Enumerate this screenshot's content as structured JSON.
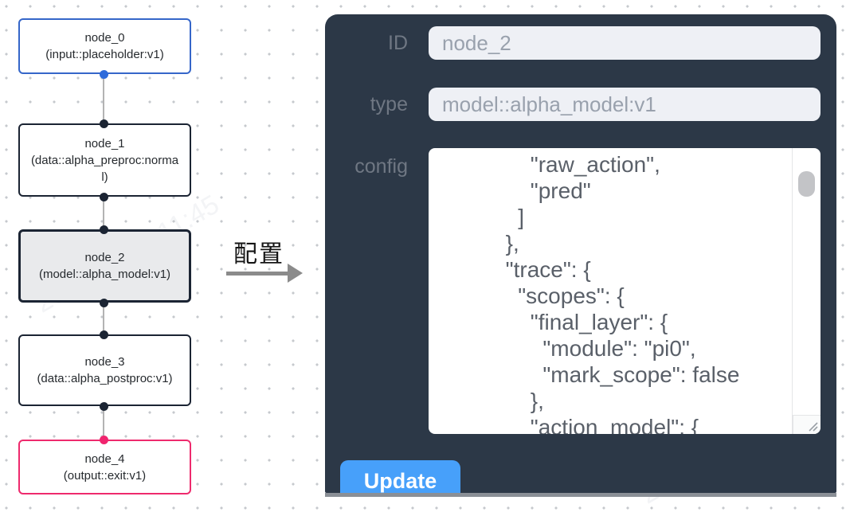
{
  "canvas": {
    "nodes": [
      {
        "title": "node_0",
        "subtitle": "(input::placeholder:v1)",
        "kind": "input",
        "selected": false
      },
      {
        "title": "node_1",
        "subtitle": "(data::alpha_preproc:normal)",
        "kind": "data",
        "selected": false
      },
      {
        "title": "node_2",
        "subtitle": "(model::alpha_model:v1)",
        "kind": "model",
        "selected": true
      },
      {
        "title": "node_3",
        "subtitle": "(data::alpha_postproc:v1)",
        "kind": "data",
        "selected": false
      },
      {
        "title": "node_4",
        "subtitle": "(output::exit:v1)",
        "kind": "output",
        "selected": false
      }
    ],
    "watermark_text": "2025/04/11 11:45"
  },
  "annotation": {
    "label": "配置"
  },
  "panel": {
    "id_label": "ID",
    "id_value": "node_2",
    "type_label": "type",
    "type_value": "model::alpha_model:v1",
    "config_label": "config",
    "config_value": "          \"raw_action\",\n          \"pred\"\n        ]\n      },\n      \"trace\": {\n        \"scopes\": {\n          \"final_layer\": {\n            \"module\": \"pi0\",\n            \"mark_scope\": false\n          },\n          \"action_model\": {",
    "update_label": "Update"
  },
  "colors": {
    "panel_bg": "#2c3847",
    "button_accent": "#47a0fa",
    "input_bg": "#eef0f5",
    "node_input_border": "#3566c9",
    "node_default_border": "#1b2433",
    "node_selected_bg": "#e9eaec",
    "node_output_border": "#ee2a6d",
    "port_input": "#2e6bdb",
    "port_default": "#1b2433",
    "port_output": "#f0246e",
    "edge": "#b3b3b3"
  }
}
